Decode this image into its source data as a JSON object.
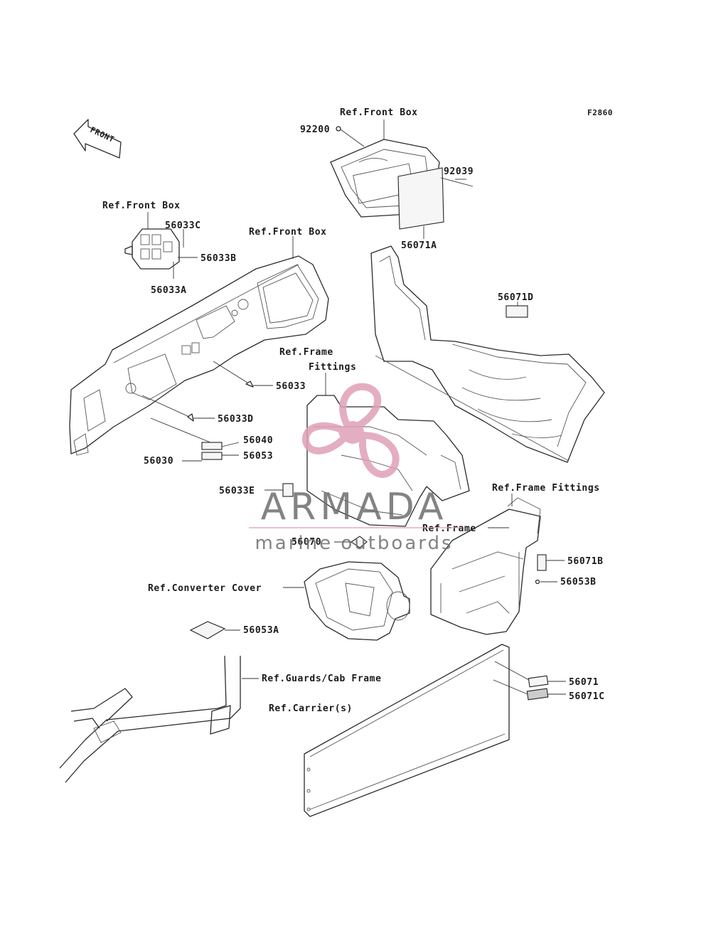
{
  "figure_code": "F2860",
  "front_arrow": {
    "text": "FRONT"
  },
  "callouts": {
    "ref_front_box_top": "Ref.Front Box",
    "p92200": "92200",
    "p92039": "92039",
    "p56071A": "56071A",
    "ref_front_box_left": "Ref.Front Box",
    "p56033C": "56033C",
    "p56033B": "56033B",
    "p56033A": "56033A",
    "ref_front_box_mid": "Ref.Front Box",
    "p56071D": "56071D",
    "ref_frame_fittings_1": "Ref.Frame",
    "ref_frame_fittings_2": "Fittings",
    "p56033": "56033",
    "p56033D": "56033D",
    "p56040": "56040",
    "p56053": "56053",
    "p56030": "56030",
    "p56033E": "56033E",
    "ref_frame_fittings_right": "Ref.Frame Fittings",
    "ref_frame": "Ref.Frame",
    "p56070": "56070",
    "p56071B": "56071B",
    "p56053B": "56053B",
    "ref_converter_cover": "Ref.Converter Cover",
    "p56053A": "56053A",
    "ref_guards_cab_frame": "Ref.Guards/Cab Frame",
    "p56071": "56071",
    "p56071C": "56071C",
    "ref_carriers": "Ref.Carrier(s)"
  },
  "watermark": {
    "brand": "ARMADA",
    "tagline": "marine outboards",
    "logo_color": "#e0a0b8",
    "text_color": "#6e6e6e"
  }
}
